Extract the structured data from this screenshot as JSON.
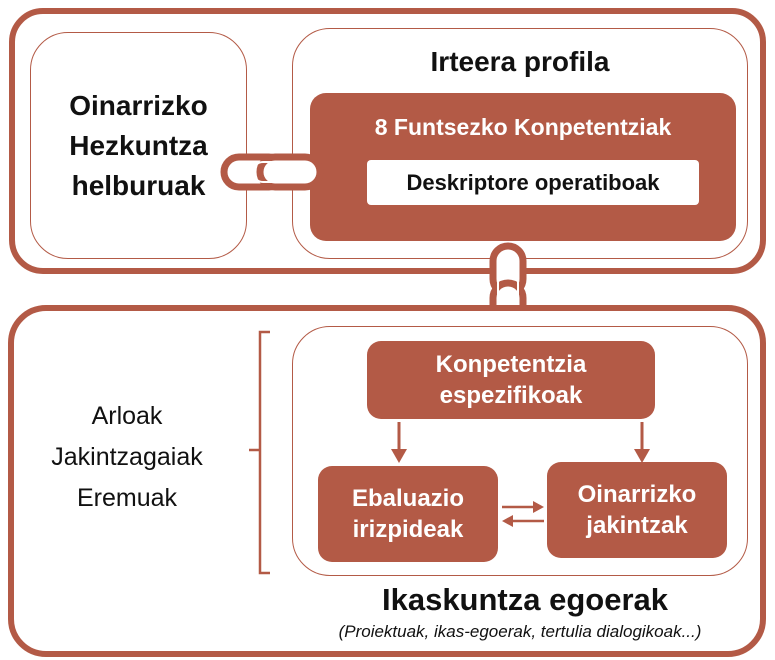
{
  "colors": {
    "accent": "#b35a46",
    "background": "#ffffff",
    "text": "#111111"
  },
  "top_section": {
    "left_box": {
      "lines": [
        "Oinarrizko",
        "Hezkuntza",
        "helburuak"
      ]
    },
    "right_box": {
      "title": "Irteera profila",
      "competences_label": "8 Funtsezko Konpetentziak",
      "descriptors_label": "Deskriptore operatiboak"
    }
  },
  "connectors": {
    "horizontal_chain": "chain-link-icon",
    "vertical_chain": "chain-link-icon"
  },
  "bottom_section": {
    "left_labels": [
      "Arloak",
      "Jakintzagaiak",
      "Eremuak"
    ],
    "specific_competences": [
      "Konpetentzia",
      "espezifikoak"
    ],
    "evaluation_criteria": [
      "Ebaluazio",
      "irizpideak"
    ],
    "basic_knowledge": [
      "Oinarrizko",
      "jakintzak"
    ],
    "title": "Ikaskuntza egoerak",
    "subtitle": "(Proiektuak, ikas-egoerak, tertulia dialogikoak...)"
  }
}
